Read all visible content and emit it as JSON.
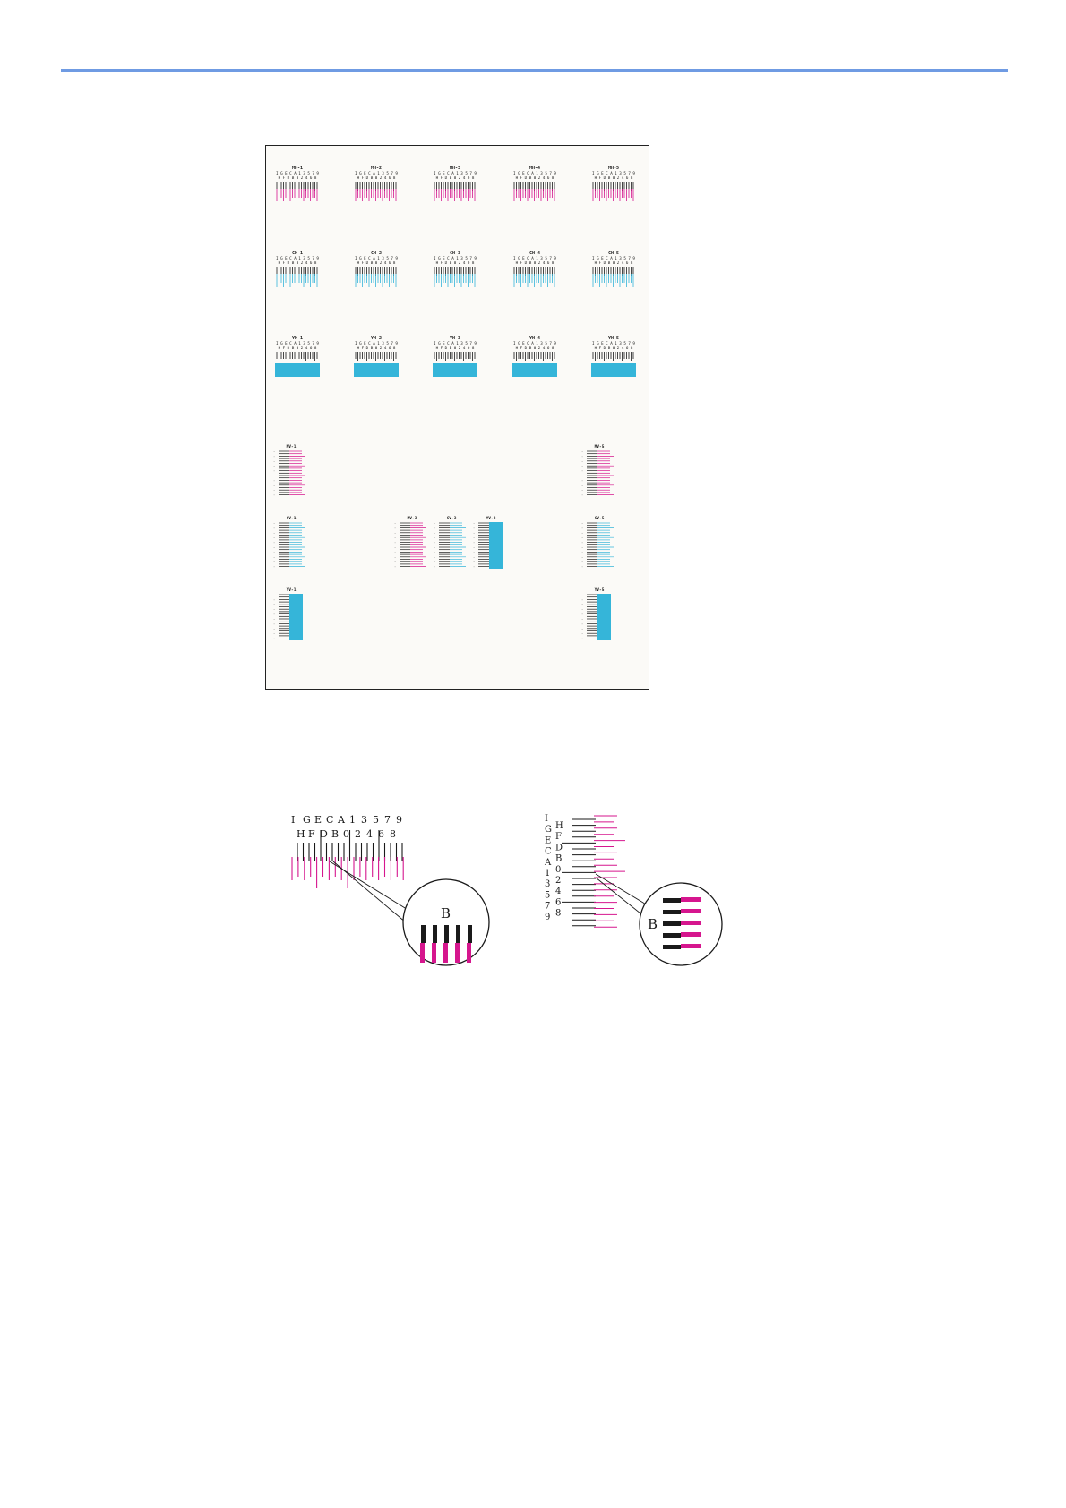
{
  "colors": {
    "rule": "#6f9be3",
    "magenta": "#d6168e",
    "cyan": "#35b5d9",
    "black": "#1a1a1a"
  },
  "chart": {
    "h_rows": [
      {
        "labels": [
          "MH-1",
          "MH-2",
          "MH-3",
          "MH-4",
          "MH-5"
        ],
        "color": "magenta",
        "style": "lines"
      },
      {
        "labels": [
          "CH-1",
          "CH-2",
          "CH-3",
          "CH-4",
          "CH-5"
        ],
        "color": "cyan",
        "style": "lines"
      },
      {
        "labels": [
          "YH-1",
          "YH-2",
          "YH-3",
          "YH-4",
          "YH-5"
        ],
        "color": "cyan",
        "style": "block"
      }
    ],
    "h_scale_top": "I G E C A 1 3 5 7 9",
    "h_scale_bottom": "H F D B 0 2 4 6 8",
    "v_patterns": {
      "mv1": "MV-1",
      "mv5": "MV-5",
      "cv1": "CV-1",
      "cv5": "CV-5",
      "yv1": "YV-1",
      "yv5": "YV-5",
      "mv3": "MV-3",
      "cv3": "CV-3",
      "yv3": "YV-3"
    }
  },
  "detail_h": {
    "top_row": [
      "I",
      "G",
      "E",
      "C",
      "A",
      "1",
      "3",
      "5",
      "7",
      "9"
    ],
    "bottom_row": [
      "H",
      "F",
      "D",
      "B",
      "0",
      "2",
      "4",
      "6",
      "8"
    ],
    "callout": "B"
  },
  "detail_v": {
    "left_col": [
      "I",
      "G",
      "E",
      "C",
      "A",
      "1",
      "3",
      "5",
      "7",
      "9"
    ],
    "right_col": [
      "H",
      "F",
      "D",
      "B",
      "0",
      "2",
      "4",
      "6",
      "8"
    ],
    "callout": "B"
  }
}
